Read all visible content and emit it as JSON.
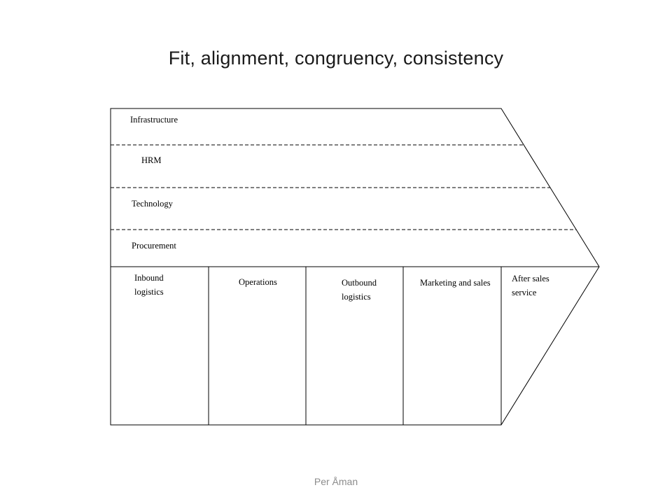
{
  "title": "Fit, alignment, congruency, consistency",
  "support_activities": [
    "Infrastructure",
    "HRM",
    "Technology",
    "Procurement"
  ],
  "primary_activities": [
    "Inbound logistics",
    "Operations",
    "Outbound logistics",
    "Marketing and sales",
    "After sales service"
  ],
  "footer": "Per Åman",
  "colors": {
    "line": "#000000",
    "footer_text": "#8c8c8c"
  }
}
